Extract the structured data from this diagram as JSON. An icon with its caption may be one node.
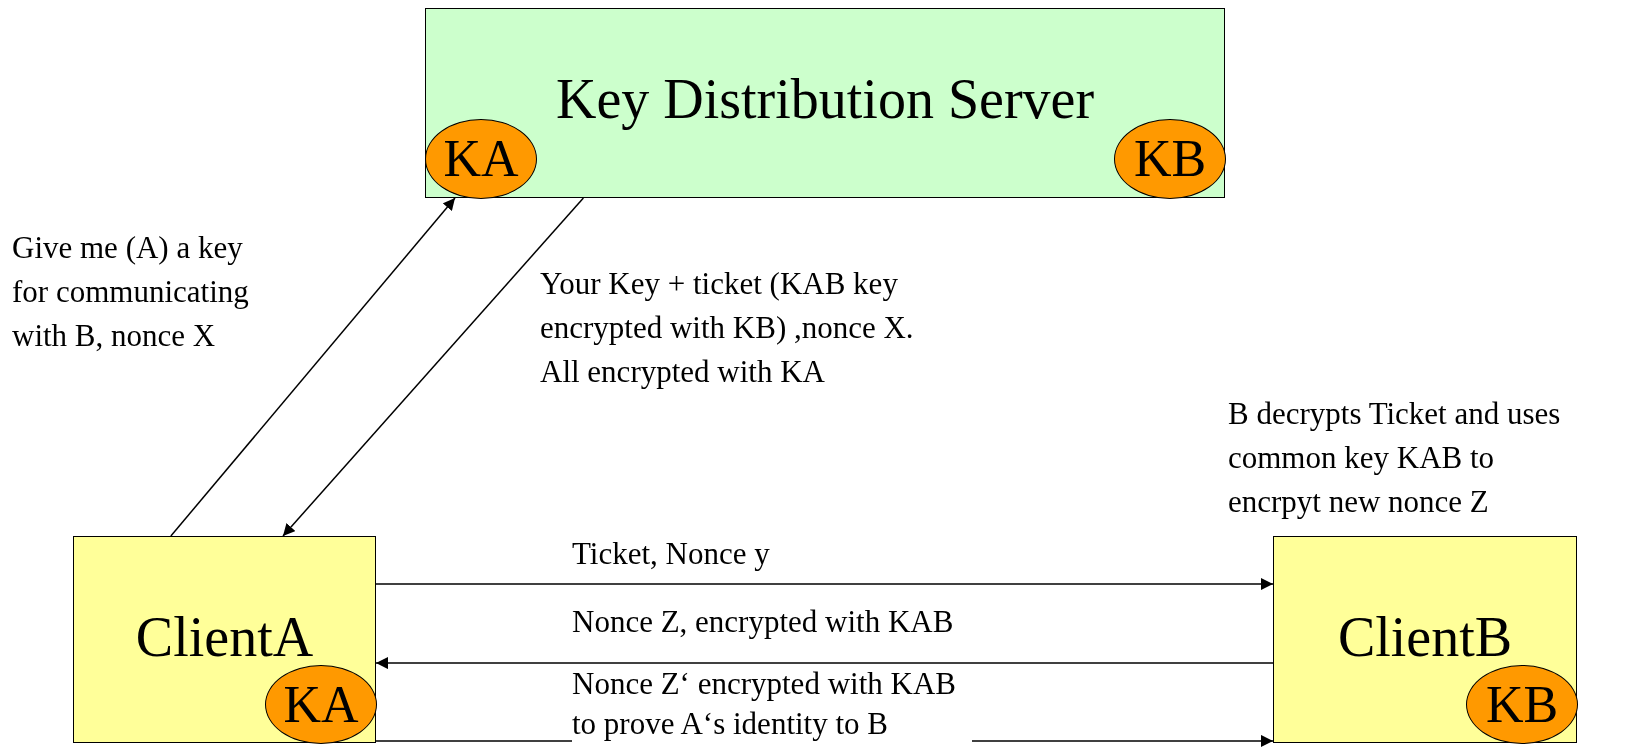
{
  "diagram": {
    "nodes": [
      {
        "text": [
          "Key Distribution Server"
        ]
      },
      {
        "text": [
          "KA"
        ],
        "in": 0
      },
      {
        "text": [
          "KB"
        ],
        "in": 0
      },
      {
        "text": [
          "ClientA"
        ]
      },
      {
        "text": [
          "KA"
        ],
        "in": 3
      },
      {
        "text": [
          "ClientB"
        ]
      },
      {
        "text": [
          "KB"
        ],
        "in": 5
      }
    ],
    "edges": [
      {
        "from": 3,
        "to": 0,
        "arrow": "to",
        "label": "Give me (A) a key for communicating with B, nonce X"
      },
      {
        "from": 0,
        "to": 3,
        "arrow": "to",
        "label": "Your Key + ticket (KAB key encrypted with KB) ,nonce X. All encrypted with KA"
      },
      {
        "from": 3,
        "to": 5,
        "arrow": "to",
        "label": "Ticket, Nonce y"
      },
      {
        "from": 5,
        "to": 3,
        "arrow": "to",
        "label": "Nonce Z, encrypted with KAB"
      },
      {
        "from": 3,
        "to": 5,
        "arrow": "to",
        "label": "Nonce Z‘ encrypted with KAB to prove A‘s identity to B"
      }
    ],
    "labels": [
      "B decrypts Ticket and uses common key KAB to encrpyt new nonce Z"
    ]
  }
}
